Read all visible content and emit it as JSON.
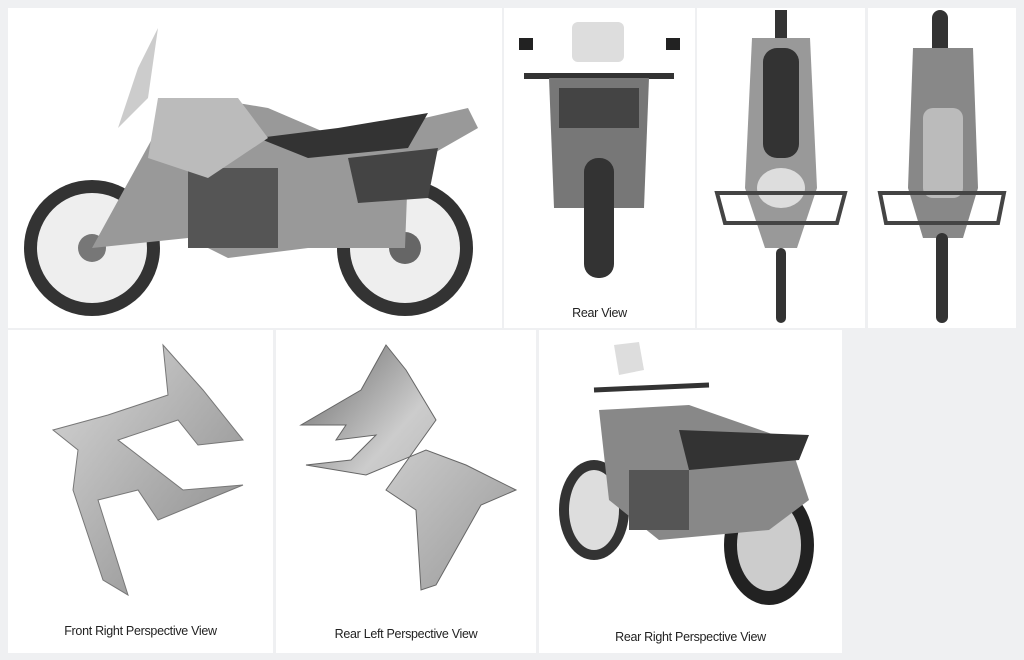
{
  "gallery": {
    "images": [
      {
        "caption": "",
        "view": "side"
      },
      {
        "caption": "Rear View",
        "view": "rear"
      },
      {
        "caption": "",
        "view": "top"
      },
      {
        "caption": "",
        "view": "bottom"
      },
      {
        "caption": "Front Right Perspective View",
        "view": "fairing-right"
      },
      {
        "caption": "Rear Left Perspective View",
        "view": "fairing-left"
      },
      {
        "caption": "Rear Right Perspective View",
        "view": "rear-right"
      }
    ]
  }
}
